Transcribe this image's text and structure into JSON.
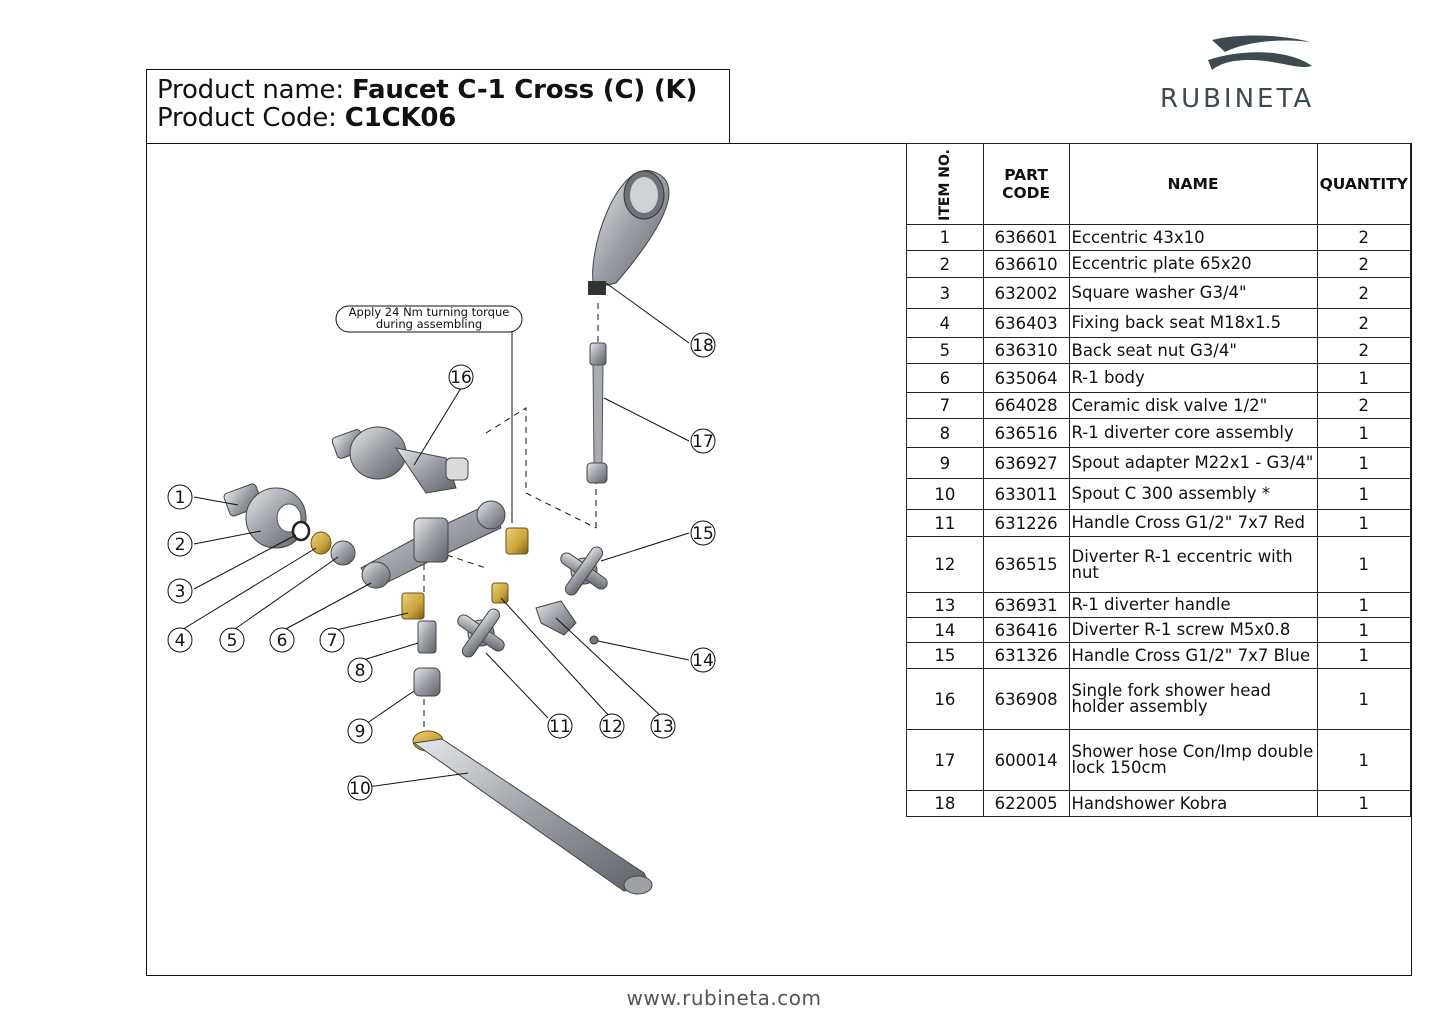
{
  "header": {
    "name_label": "Product name:",
    "name_value": "Faucet C-1 Cross (C) (K)",
    "code_label": "Product Code:",
    "code_value": "C1CK06"
  },
  "brand": {
    "name": "RUBINETA",
    "color": "#3d4a50"
  },
  "table": {
    "headers": {
      "item": "ITEM NO.",
      "code_line1": "PART",
      "code_line2": "CODE",
      "name": "NAME",
      "qty": "QUANTITY"
    },
    "rows": [
      {
        "item": "1",
        "code": "636601",
        "name": "Eccentric 43x10",
        "qty": "2"
      },
      {
        "item": "2",
        "code": "636610",
        "name": "Eccentric plate 65x20",
        "qty": "2"
      },
      {
        "item": "3",
        "code": "632002",
        "name": "Square washer G3/4\"",
        "qty": "2"
      },
      {
        "item": "4",
        "code": "636403",
        "name": "Fixing back seat M18x1.5",
        "qty": "2"
      },
      {
        "item": "5",
        "code": "636310",
        "name": "Back seat nut G3/4\"",
        "qty": "2"
      },
      {
        "item": "6",
        "code": "635064",
        "name": "R-1 body",
        "qty": "1"
      },
      {
        "item": "7",
        "code": "664028",
        "name": "Ceramic disk valve 1/2\"",
        "qty": "2"
      },
      {
        "item": "8",
        "code": "636516",
        "name": "R-1 diverter core assembly",
        "qty": "1"
      },
      {
        "item": "9",
        "code": "636927",
        "name": "Spout adapter M22x1 - G3/4\"",
        "qty": "1"
      },
      {
        "item": "10",
        "code": "633011",
        "name": "Spout C 300 assembly *",
        "qty": "1"
      },
      {
        "item": "11",
        "code": "631226",
        "name": "Handle Cross G1/2\" 7x7 Red",
        "qty": "1"
      },
      {
        "item": "12",
        "code": "636515",
        "name": "Diverter R-1 eccentric  with nut",
        "qty": "1"
      },
      {
        "item": "13",
        "code": "636931",
        "name": "R-1 diverter handle",
        "qty": "1"
      },
      {
        "item": "14",
        "code": "636416",
        "name": "Diverter R-1 screw M5x0.8",
        "qty": "1"
      },
      {
        "item": "15",
        "code": "631326",
        "name": "Handle Cross G1/2\" 7x7 Blue",
        "qty": "1"
      },
      {
        "item": "16",
        "code": "636908",
        "name": "Single fork shower head holder assembly",
        "qty": "1"
      },
      {
        "item": "17",
        "code": "600014",
        "name": "Shower hose Con/Imp double lock 150cm",
        "qty": "1"
      },
      {
        "item": "18",
        "code": "622005",
        "name": "Handshower Kobra",
        "qty": "1"
      }
    ]
  },
  "diagram": {
    "note_line1": "Apply 24 Nm turning torque",
    "note_line2": "during assembling",
    "callouts": [
      "1",
      "2",
      "3",
      "4",
      "5",
      "6",
      "7",
      "8",
      "9",
      "10",
      "11",
      "12",
      "13",
      "14",
      "15",
      "16",
      "17",
      "18"
    ],
    "colors": {
      "chrome": "#b9bcc0",
      "chrome_dark": "#7a7e84",
      "brass": "#c9a23a",
      "line": "#111111"
    }
  },
  "footer": {
    "url": "www.rubineta.com"
  }
}
